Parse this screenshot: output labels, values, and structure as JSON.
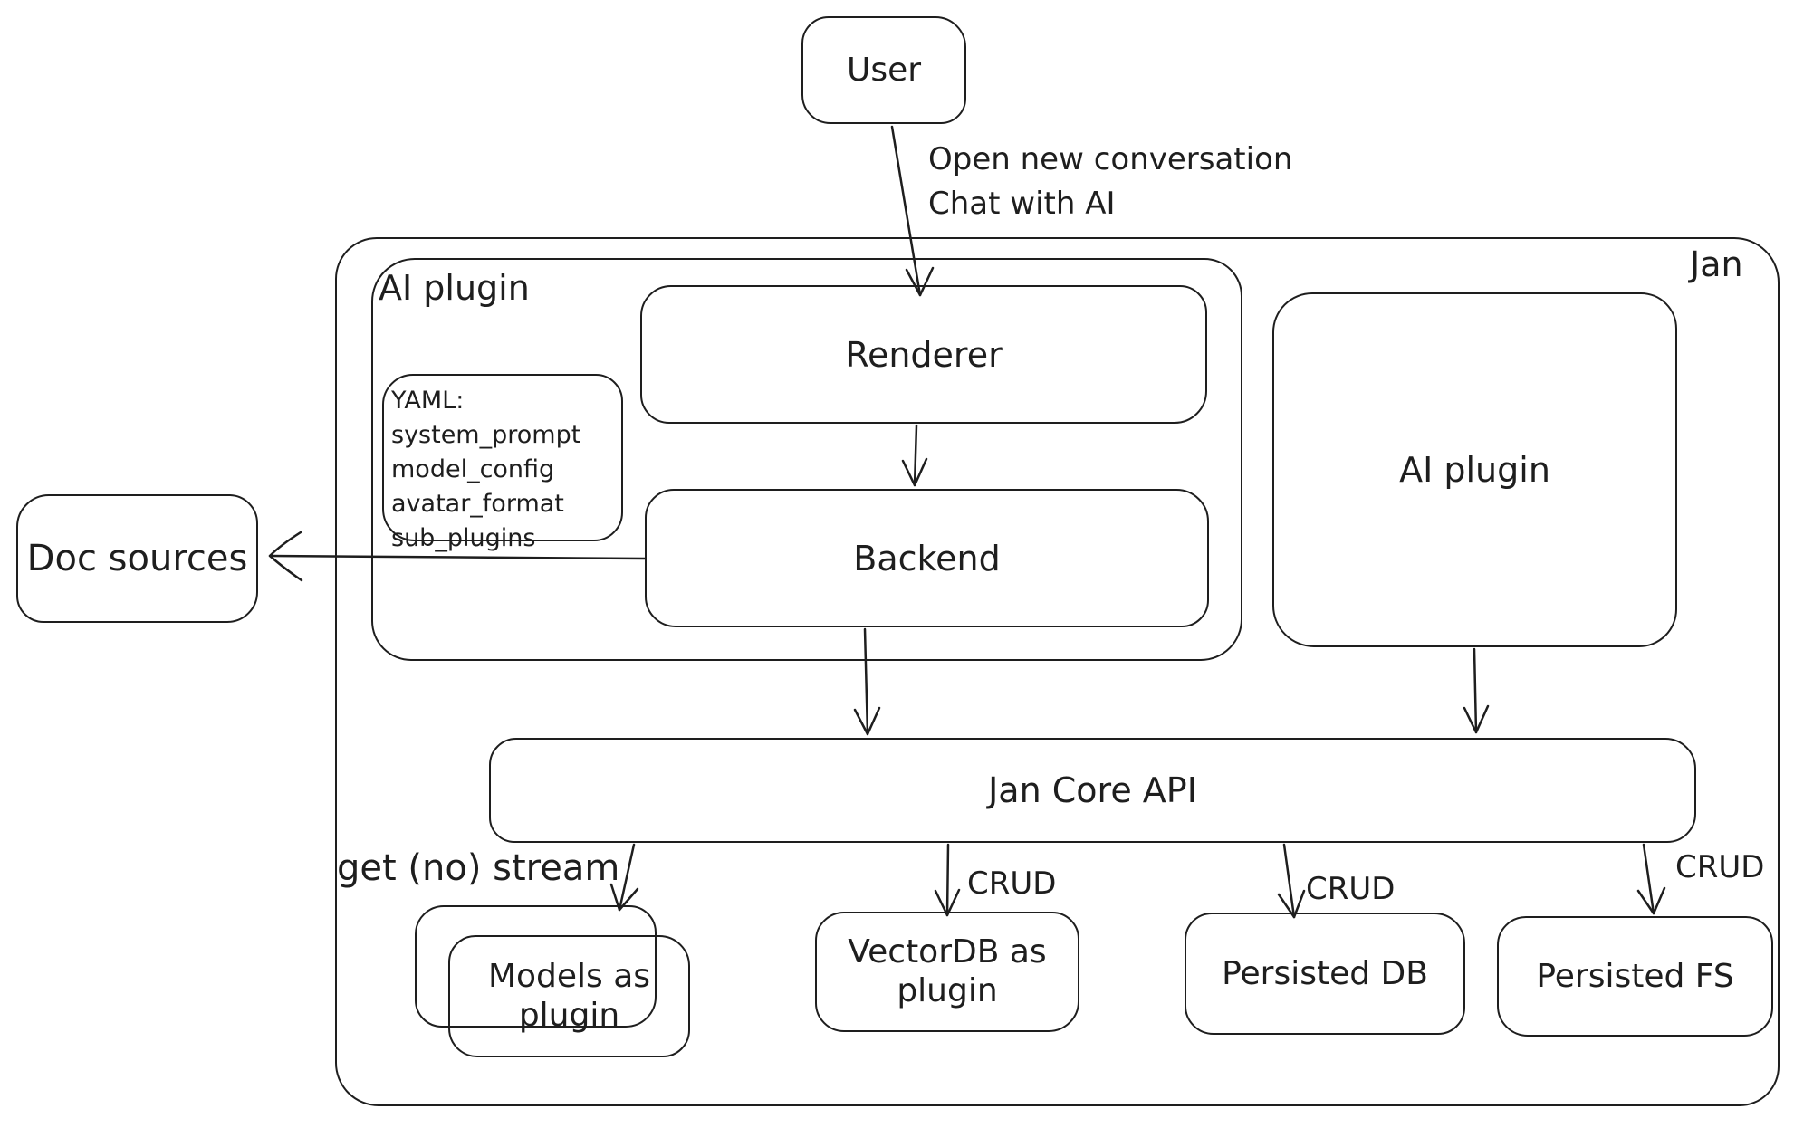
{
  "diagram": {
    "colors": {
      "stroke": "#1e1e1e",
      "background": "#ffffff"
    },
    "nodes": {
      "user": "User",
      "jan": "Jan",
      "ai_plugin_left": "AI plugin",
      "renderer": "Renderer",
      "backend": "Backend",
      "ai_plugin_right": "AI plugin",
      "doc_sources": "Doc sources",
      "jan_core_api": "Jan Core API",
      "models": "Models as plugin",
      "vectordb": "VectorDB as plugin",
      "persisted_db": "Persisted DB",
      "persisted_fs": "Persisted FS",
      "yaml_note": {
        "title": "YAML:",
        "lines": [
          "system_prompt",
          "model_config",
          "avatar_format",
          "sub_plugins"
        ]
      }
    },
    "edge_labels": {
      "user_to_renderer_line1": "Open new conversation",
      "user_to_renderer_line2": "Chat with AI",
      "get_no_stream": "get (no) stream",
      "crud_vectordb": "CRUD",
      "crud_db": "CRUD",
      "crud_fs": "CRUD"
    }
  }
}
